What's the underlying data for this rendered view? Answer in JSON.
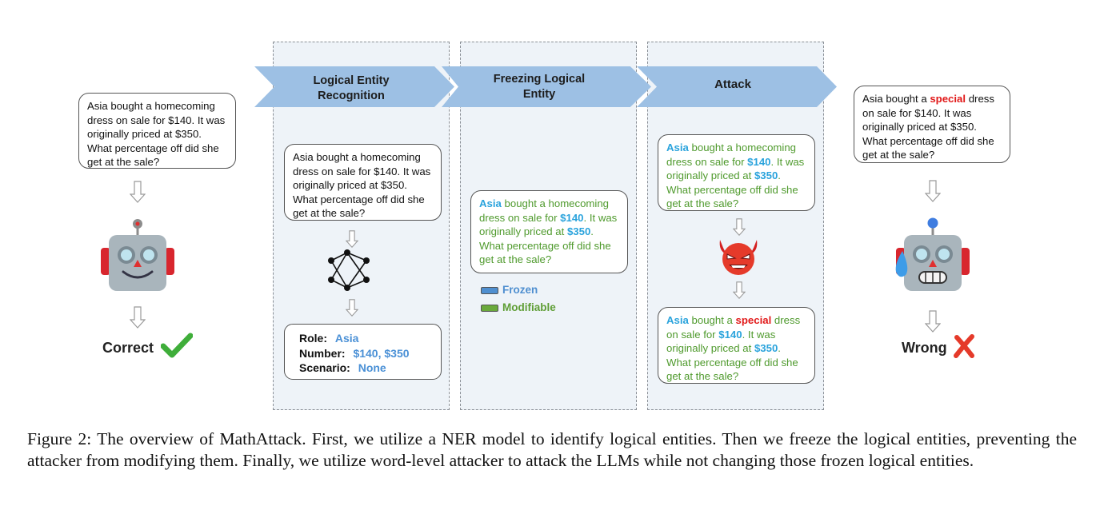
{
  "stages": [
    {
      "label": "Logical Entity Recognition"
    },
    {
      "label": "Freezing Logical Entity"
    },
    {
      "label": "Attack"
    }
  ],
  "left_question": "Asia bought a homecoming dress on sale for $140. It was originally priced at $350. What percentage off did she get at the sale?",
  "panel1": {
    "question": "Asia bought a homecoming dress on sale for $140. It was originally priced at $350. What percentage off did she get at the sale?",
    "role_label": "Role:",
    "role_value": "Asia",
    "number_label": "Number:",
    "number_value": "$140, $350",
    "scenario_label": "Scenario:",
    "scenario_value": "None"
  },
  "panel2": {
    "q_entity_role": "Asia",
    "q_part1": " bought a homecoming dress on sale for ",
    "q_entity_num1": "$140",
    "q_part2": ". It was originally priced at ",
    "q_entity_num2": "$350",
    "q_part3": ". What percentage off did she get at the sale?",
    "legend_frozen": "Frozen",
    "legend_modifiable": "Modifiable",
    "frozen_color": "#4f8fd0",
    "modifiable_color": "#6aaa3c"
  },
  "panel3": {
    "top": {
      "role": "Asia",
      "p1": " bought a homecoming dress on sale for ",
      "num1": "$140",
      "p2": ". It was originally priced at ",
      "num2": "$350",
      "p3": ". What percentage off did she get at the sale?"
    },
    "bottom": {
      "role": "Asia",
      "p1": " bought a ",
      "attack_word": "special",
      "p1b": " dress on sale for ",
      "num1": "$140",
      "p2": ". It was originally priced at ",
      "num2": "$350",
      "p3": ". What percentage off did she get at the sale?"
    }
  },
  "right_question": {
    "p1": "Asia bought a ",
    "attack_word": "special",
    "p2": " dress on sale for $140. It was originally priced at $350. What percentage off did she get at the sale?"
  },
  "outcomes": {
    "correct_label": "Correct",
    "wrong_label": "Wrong"
  },
  "caption": "Figure 2: The overview of MathAttack. First, we utilize a NER model to identify logical entities. Then we freeze the logical entities, preventing the attacker from modifying them. Finally, we utilize word-level attacker to attack the LLMs while not changing those frozen logical entities.",
  "colors": {
    "entity_blue": "#2aa3dc",
    "modifiable_green": "#4f9a2d",
    "attack_red": "#e11919",
    "chevron_blue": "#9dc0e4"
  }
}
